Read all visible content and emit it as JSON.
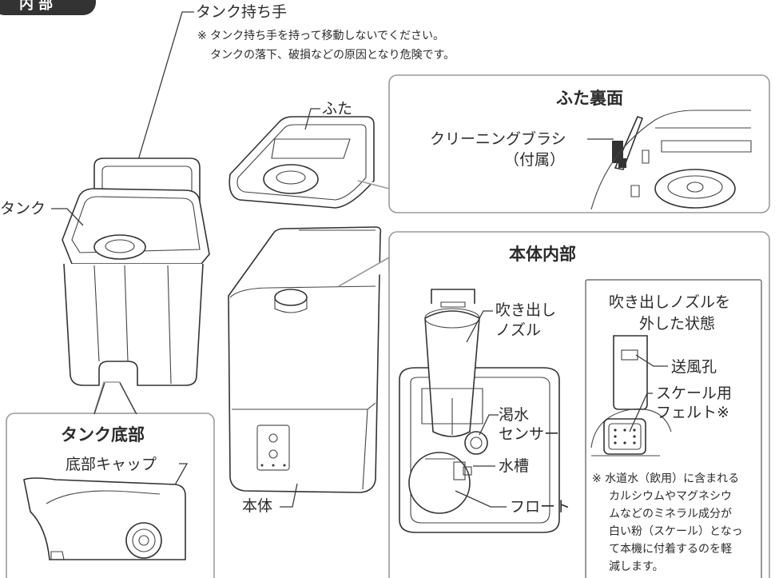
{
  "section_badge": "内 部",
  "labels": {
    "tank_handle": "タンク持ち手",
    "handle_note_1": "※ タンク持ち手を持って移動しないでください。",
    "handle_note_2": "タンクの落下、破損などの原因となり危険です。",
    "lid": "ふた",
    "tank": "タンク",
    "body": "本体"
  },
  "lid_underside": {
    "title": "ふた裏面",
    "brush_line1": "クリーニングブラシ",
    "brush_line2": "（付属）"
  },
  "body_inside": {
    "title": "本体内部",
    "nozzle_line1": "吹き出し",
    "nozzle_line2": "ノズル",
    "sensor_line1": "渇水",
    "sensor_line2": "センサー",
    "water_tank": "水槽",
    "float": "フロート"
  },
  "nozzle_removed": {
    "title_line1": "吹き出しノズルを",
    "title_line2": "外した状態",
    "air_hole": "送風孔",
    "felt_line1": "スケール用",
    "felt_line2": "フェルト※",
    "note_lines": [
      "※ 水道水（飲用）に含まれる",
      "カルシウムやマグネシウ",
      "ムなどのミネラル成分が",
      "白い粉（スケール）となっ",
      "て本機に付着するのを軽",
      "減します。"
    ]
  },
  "tank_bottom": {
    "title": "タンク底部",
    "cap": "底部キャップ"
  },
  "colors": {
    "badge": "#333333",
    "panel_border": "#9a9a9a",
    "line": "#333333"
  }
}
